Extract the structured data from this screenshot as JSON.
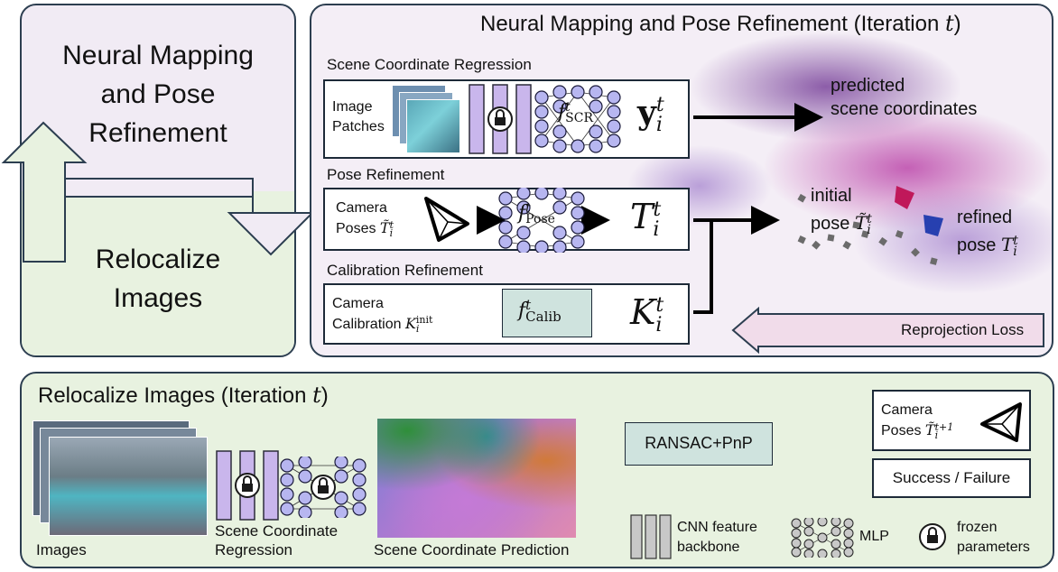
{
  "left_panel": {
    "top_title_lines": [
      "Neural Mapping",
      "and Pose",
      "Refinement"
    ],
    "bottom_title_lines": [
      "Relocalize",
      "Images"
    ]
  },
  "mapping_panel": {
    "title": "Neural Mapping and Pose Refinement (Iteration ",
    "title_var": "t",
    "title_end": ")",
    "scr_section": "Scene Coordinate Regression",
    "image_patches_lines": [
      "Image",
      "Patches"
    ],
    "scr_mlp_label": "f",
    "scr_mlp_sup": "t",
    "scr_mlp_sub": "SCR",
    "scr_output_main": "y",
    "scr_output_sub": "i",
    "scr_output_sup": "t",
    "pose_section": "Pose Refinement",
    "camera_poses_lines": [
      "Camera",
      "Poses"
    ],
    "pose_input_sym": "T̃",
    "pose_input_sub": "i",
    "pose_input_sup": "t",
    "pose_mlp_label": "f",
    "pose_mlp_sup": "t",
    "pose_mlp_sub": "Pose",
    "pose_output_main": "T",
    "pose_output_sub": "i",
    "pose_output_sup": "t",
    "calib_section": "Calibration Refinement",
    "camera_calib_line1": "Camera",
    "camera_calib_line2": "Calibration",
    "calib_input_sym": "K",
    "calib_input_sub": "i",
    "calib_input_sup": "init",
    "calib_box_label": "f",
    "calib_box_sup": "t",
    "calib_box_sub": "Calib",
    "calib_output_main": "K",
    "calib_output_sub": "i",
    "calib_output_sup": "t",
    "predicted_lines": [
      "predicted",
      "scene coordinates"
    ],
    "initial_lines": [
      "initial",
      "pose"
    ],
    "initial_sym": "T̃",
    "initial_sub": "i",
    "initial_sup": "t",
    "refined_lines": [
      "refined",
      "pose"
    ],
    "refined_sym": "T",
    "refined_sub": "i",
    "refined_sup": "t",
    "reprojection_loss": "Reprojection Loss"
  },
  "reloc_panel": {
    "title": "Relocalize Images (Iteration ",
    "title_var": "t",
    "title_end": ")",
    "images_label": "Images",
    "scr_lines": [
      "Scene Coordinate",
      "Regression"
    ],
    "prediction_label": "Scene Coordinate Prediction",
    "ransac_label": "RANSAC+PnP",
    "camera_poses_lines": [
      "Camera",
      "Poses"
    ],
    "poses_sym": "T̃",
    "poses_sub": "i",
    "poses_sup": "t+1",
    "success_label": "Success / Failure",
    "legend_cnn_lines": [
      "CNN feature",
      "backbone"
    ],
    "legend_mlp": "MLP",
    "legend_frozen_lines": [
      "frozen",
      "parameters"
    ]
  },
  "colors": {
    "mapping_bg": "#f4eef6",
    "reloc_bg": "#e8f2e0",
    "backbone": "#c9b6ec",
    "mlp_node": "#b7b6f0",
    "calib_box": "#cfe3de",
    "ransac_box": "#cfe3de",
    "legend_gray": "#c8c8c8",
    "loss_arrow": "#f1dcea"
  }
}
